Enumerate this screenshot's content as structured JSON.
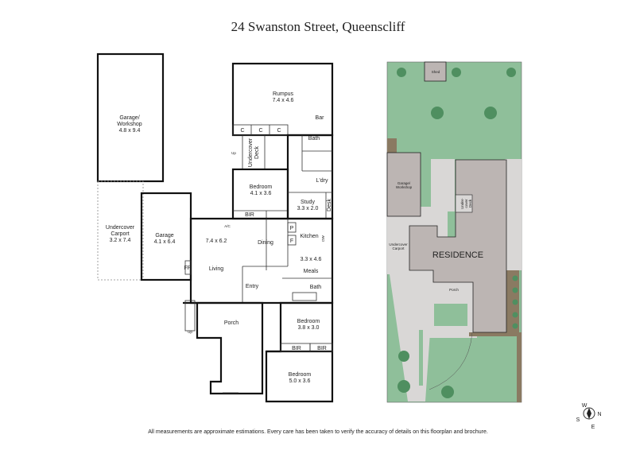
{
  "title": "24 Swanston Street, Queenscliff",
  "footer": "All measurements are approximate estimations. Every care has been taken to verify the accuracy of details on this floorplan and brochure.",
  "floorplan": {
    "rooms": [
      {
        "name": "Garage/",
        "name2": "Workshop",
        "dims": "4.8 x 9.4"
      },
      {
        "name": "Undercover",
        "name2": "Carport",
        "dims": "3.2 x 7.4"
      },
      {
        "name": "Garage",
        "dims": "4.1 x 6.4"
      },
      {
        "name": "Rumpus",
        "dims": "7.4 x 4.6"
      },
      {
        "name": "Bedroom",
        "dims": "4.1 x 3.6"
      },
      {
        "name": "Study",
        "dims": "3.3 x 2.0"
      },
      {
        "name": "Living",
        "dims": "7.4 x 6.2"
      },
      {
        "name": "Dining"
      },
      {
        "name": "Kitchen"
      },
      {
        "name": "Meals",
        "dims": "3.3 x 4.6"
      },
      {
        "name": "Entry"
      },
      {
        "name": "Porch"
      },
      {
        "name": "Bedroom",
        "dims": "3.8 x 3.0"
      },
      {
        "name": "Bedroom",
        "dims": "5.0 x 3.6"
      }
    ],
    "labels": {
      "bar": "Bar",
      "bath": "Bath",
      "ldry": "L'dry",
      "desk": "Desk",
      "deck": "Undercover",
      "deck2": "Deck",
      "bir": "BIR",
      "c": "C",
      "p": "P",
      "f": "F",
      "fp": "FP",
      "ac": "A/C",
      "up": "Up",
      "dw": "DW"
    }
  },
  "siteplan": {
    "shed": "Shed",
    "garage": "Garage/",
    "garage2": "Workshop",
    "deck": "Under-",
    "deck2": "cover",
    "deck3": "Deck",
    "carport": "Undercover",
    "carport2": "Carport",
    "residence": "RESIDENCE",
    "porch": "Porch",
    "colors": {
      "lawn": "#8fbf9a",
      "paving": "#d9d7d6",
      "building": "#bcb5b3",
      "garden": "#8a7a62",
      "tree": "#4f8f60"
    }
  },
  "compass": {
    "n": "N",
    "s": "S",
    "e": "E",
    "w": "W"
  }
}
